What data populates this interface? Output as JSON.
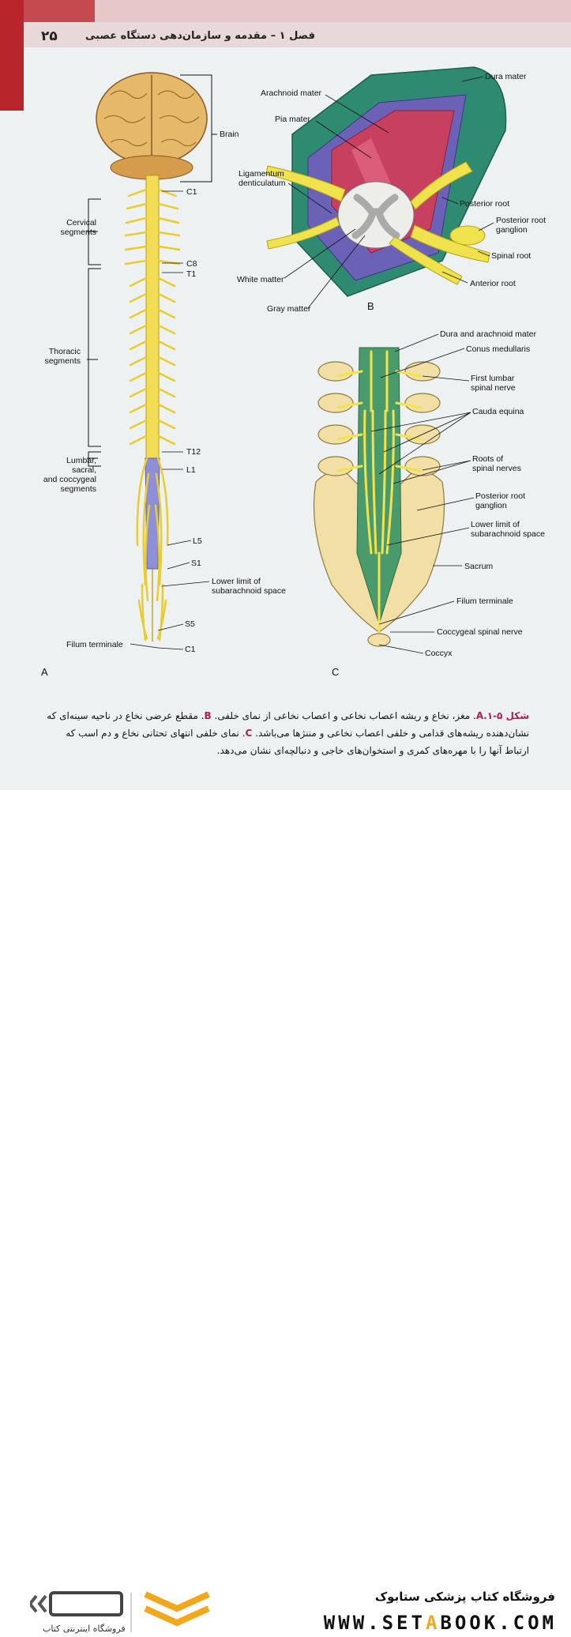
{
  "header": {
    "page_number": "۲۵",
    "chapter_title": "فصل ۱ – مقدمه و سازمان‌دهی دستگاه عصبی"
  },
  "figure": {
    "panel_a": {
      "letter": "A",
      "labels": {
        "brain": "Brain",
        "c1_top": "C1",
        "cervical": "Cervical\nsegments",
        "c8": "C8",
        "t1": "T1",
        "thoracic": "Thoracic\nsegments",
        "t12": "T12",
        "l1": "L1",
        "lumbar": "Lumbar,\nsacral,\nand coccygeal\nsegments",
        "l5": "L5",
        "s1": "S1",
        "lower_limit": "Lower limit of\nsubarachnoid space",
        "s5": "S5",
        "filum": "Filum terminale",
        "c1_bottom": "C1"
      }
    },
    "panel_b": {
      "letter": "B",
      "labels": {
        "dura": "Dura mater",
        "arachnoid": "Arachnoid mater",
        "pia": "Pia mater",
        "ligamentum": "Ligamentum\ndenticulatum",
        "posterior_root": "Posterior root",
        "posterior_root_ganglion": "Posterior root\nganglion",
        "spinal_root": "Spinal root",
        "anterior_root": "Anterior root",
        "white_matter": "White matter",
        "gray_matter": "Gray matter"
      }
    },
    "panel_c": {
      "letter": "C",
      "labels": {
        "dura_arachnoid": "Dura and arachnoid mater",
        "conus": "Conus medullaris",
        "first_lumbar": "First lumbar\nspinal nerve",
        "cauda": "Cauda equina",
        "roots": "Roots of\nspinal nerves",
        "prg": "Posterior root\nganglion",
        "lower_limit": "Lower limit of\nsubarachnoid space",
        "sacrum": "Sacrum",
        "filum": "Filum terminale",
        "coccygeal": "Coccygeal spinal nerve",
        "coccyx": "Coccyx"
      }
    }
  },
  "caption": {
    "label": "شکل ۵-۱.",
    "a": "A",
    "text_a": ". مغز، نخاع و ریشه اعصاب نخاعی و اعصاب نخاعی از نمای خلفی. ",
    "b": "B",
    "text_b": ". مقطع عرضی نخاع در ناحیه سینه‌ای که نشان‌دهنده ریشه‌های قدامی و خلفی اعصاب نخاعی و مننژها می‌باشد. ",
    "c": "C",
    "text_c": ". نمای خلفی انتهای تحتانی نخاع و دم اسب که ارتباط آنها را با مهره‌های کمری و استخوان‌های خاجی و دنبالچه‌ای نشان می‌دهد."
  },
  "footer": {
    "store_name": "فروشگاه کتاب پزشکی ستابوک",
    "url_part1": "WWW.SET",
    "url_o": "A",
    "url_part2": "BOOK.COM",
    "logo_sub": "فروشگاه اینترنتی کتاب"
  },
  "colors": {
    "accent": "#b8262c",
    "caption_highlight": "#b01e4f",
    "nerve_yellow": "#f3e24d",
    "cord_purple": "#8e8fd6",
    "dura_green": "#2f8a72",
    "logo_orange": "#f2a81d"
  }
}
